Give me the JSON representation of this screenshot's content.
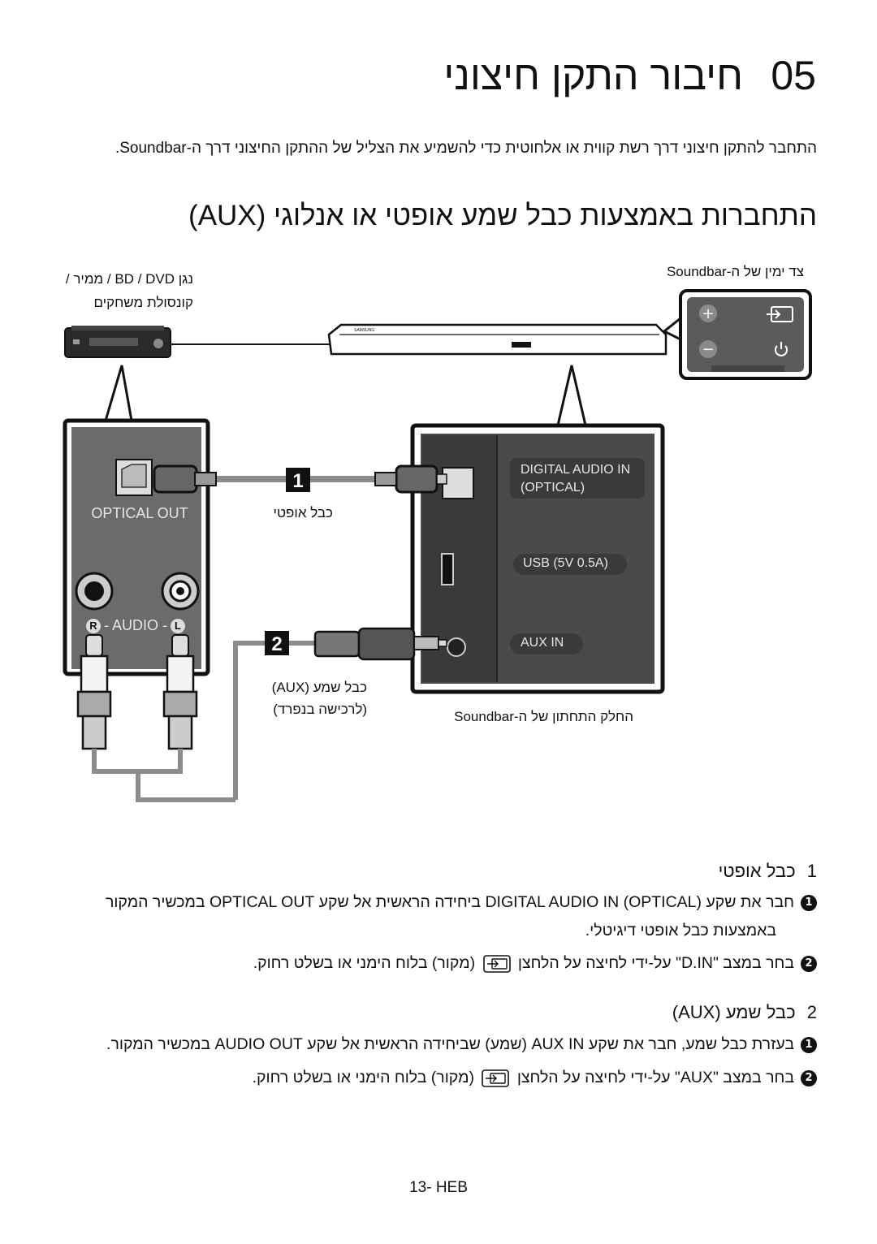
{
  "header": {
    "chapter_number": "05",
    "chapter_title": "חיבור התקן חיצוני"
  },
  "intro": "התחבר להתקן חיצוני דרך רשת קווית או אלחוטית כדי להשמיע את הצליל של ההתקן החיצוני דרך ה-Soundbar.",
  "section_title": "התחברות באמצעות כבל שמע אופטי או אנלוגי (AUX)",
  "diagram": {
    "device_label_line1": "נגן BD / DVD / ממיר /",
    "device_label_line2": "קונסולת משחקים",
    "right_side_label": "צד ימין של ה-Soundbar",
    "optical_out_label": "OPTICAL OUT",
    "audio_label": "R - AUDIO - L",
    "audio_r": "R",
    "audio_word": "- AUDIO -",
    "audio_l": "L",
    "step1_number": "1",
    "step2_number": "2",
    "optical_cable_label": "כבל אופטי",
    "aux_cable_label_line1": "כבל שמע (AUX)",
    "aux_cable_label_line2": "(לרכישה בנפרד)",
    "digital_audio_in_line1": "DIGITAL AUDIO IN",
    "digital_audio_in_line2": "(OPTICAL)",
    "usb_label": "USB (5V 0.5A)",
    "aux_in_label": "AUX IN",
    "bottom_panel_label": "החלק התחתון של ה-Soundbar",
    "brand_text": "SAMSUNG"
  },
  "optical_section": {
    "heading_number": "1",
    "heading": "כבל אופטי",
    "step1_bullet": "1",
    "step1_line1": "חבר את שקע DIGITAL AUDIO IN (OPTICAL) ביחידה הראשית אל שקע OPTICAL OUT במכשיר המקור",
    "step1_line2": "באמצעות כבל אופטי דיגיטלי.",
    "step2_bullet": "2",
    "step2_pre": "בחר במצב \"D.IN\" על-ידי לחיצה על הלחצן",
    "step2_post": "(מקור) בלוח הימני או בשלט רחוק."
  },
  "aux_section": {
    "heading_number": "2",
    "heading": "כבל שמע (AUX)",
    "step1_bullet": "1",
    "step1_line1": "בעזרת כבל שמע, חבר את שקע AUX IN (שמע) שביחידה הראשית אל שקע AUDIO OUT במכשיר המקור.",
    "step2_bullet": "2",
    "step2_pre": "בחר במצב \"AUX\" על-ידי לחיצה על הלחצן",
    "step2_post": "(מקור) בלוח הימני או בשלט רחוק."
  },
  "footer": "13- HEB",
  "colors": {
    "panel_gray": "#6b6b6b",
    "dark_panel": "#4a4a4a",
    "outline": "#1a1a1a",
    "cable_gray": "#8c8c8c"
  }
}
